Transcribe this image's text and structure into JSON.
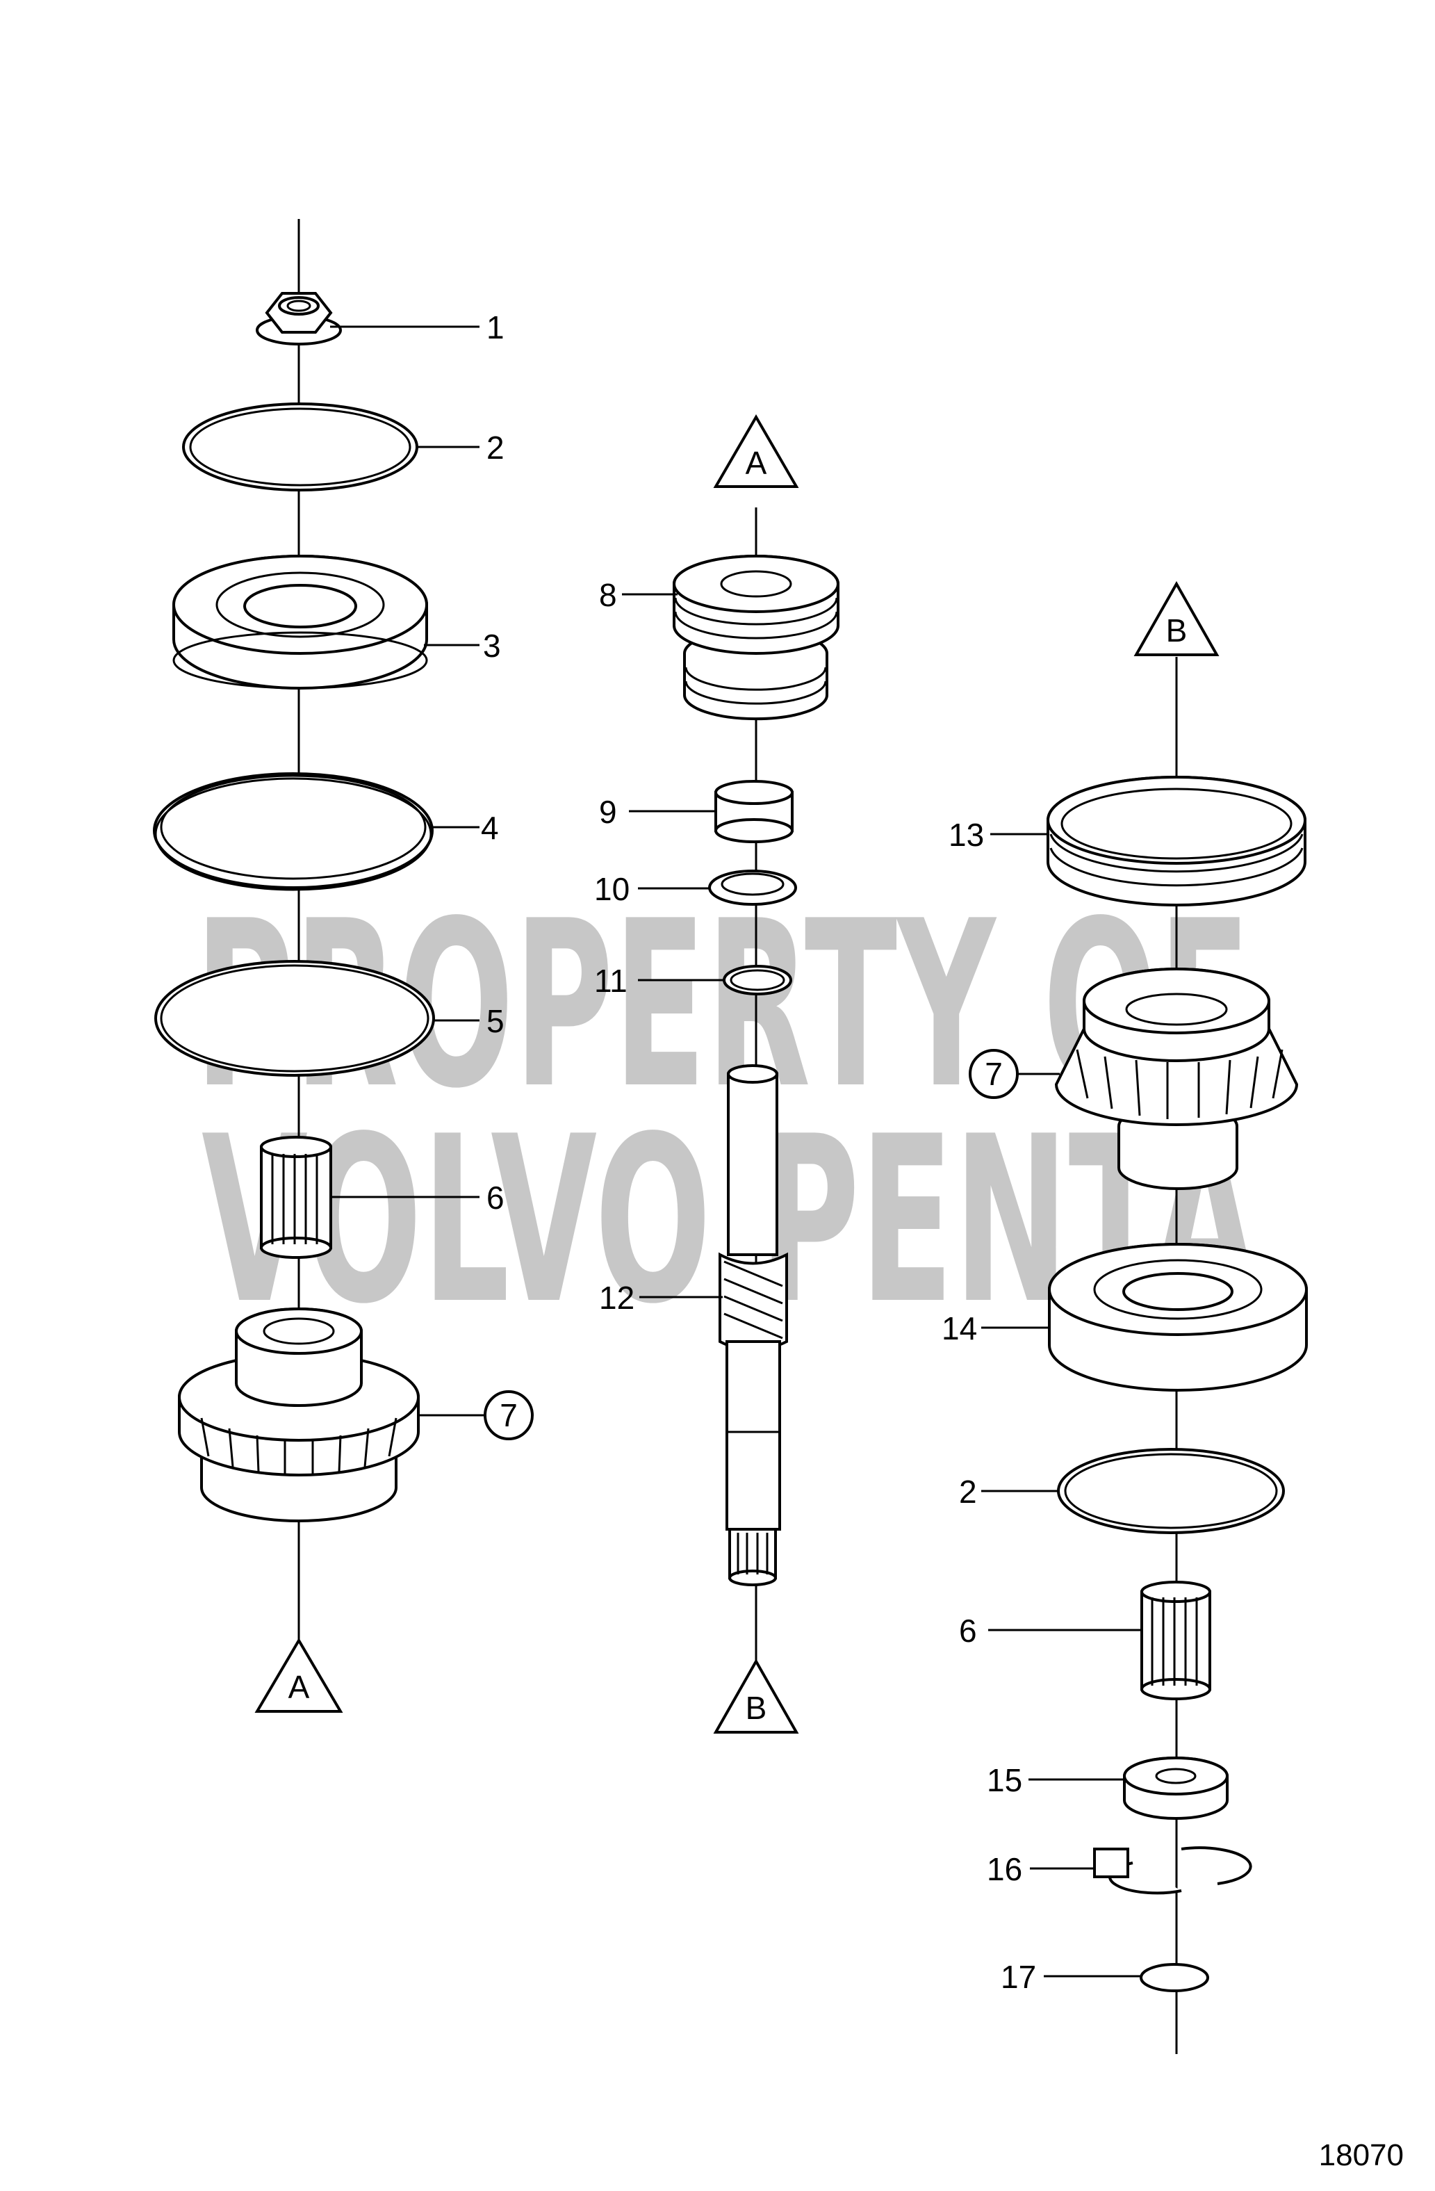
{
  "watermark": {
    "line1": "PROPERTY OF",
    "line2": "VOLVO PENTA"
  },
  "figure_number": "18070",
  "callouts": [
    {
      "id": "c1",
      "text": "1"
    },
    {
      "id": "c2a",
      "text": "2"
    },
    {
      "id": "c3",
      "text": "3"
    },
    {
      "id": "c4",
      "text": "4"
    },
    {
      "id": "c5",
      "text": "5"
    },
    {
      "id": "c6a",
      "text": "6"
    },
    {
      "id": "c7a",
      "text": "7"
    },
    {
      "id": "c8",
      "text": "8"
    },
    {
      "id": "c9",
      "text": "9"
    },
    {
      "id": "c10",
      "text": "10"
    },
    {
      "id": "c11",
      "text": "11"
    },
    {
      "id": "c12",
      "text": "12"
    },
    {
      "id": "c13",
      "text": "13"
    },
    {
      "id": "c7b",
      "text": "7"
    },
    {
      "id": "c14",
      "text": "14"
    },
    {
      "id": "c2b",
      "text": "2"
    },
    {
      "id": "c6b",
      "text": "6"
    },
    {
      "id": "c15",
      "text": "15"
    },
    {
      "id": "c16",
      "text": "16"
    },
    {
      "id": "c17",
      "text": "17"
    }
  ],
  "markers": [
    {
      "id": "left-bottom",
      "text": "A"
    },
    {
      "id": "mid-top",
      "text": "A"
    },
    {
      "id": "mid-bottom",
      "text": "B"
    },
    {
      "id": "right-top",
      "text": "B"
    }
  ]
}
